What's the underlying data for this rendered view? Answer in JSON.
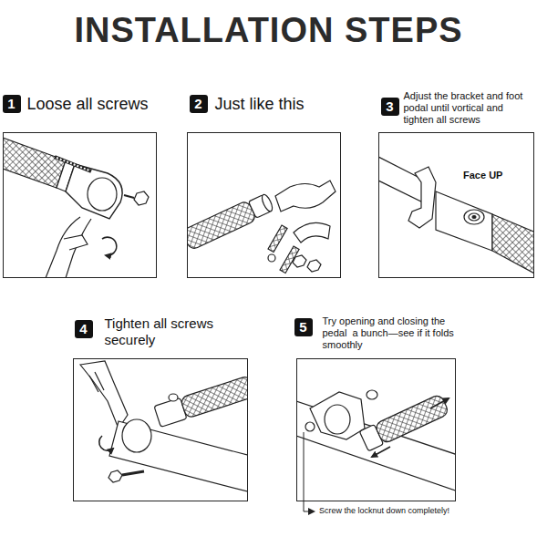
{
  "diagram": {
    "title": "INSTALLATION STEPS",
    "nodes": [
      {
        "text": [
          "1",
          "Loose all screws"
        ]
      },
      {
        "text": [
          "2",
          "Just like this"
        ]
      },
      {
        "text": [
          "3",
          "Adjust the bracket and foot podal until vortical and tighten all screws"
        ]
      },
      {
        "text": [
          "4",
          "Tighten all screws securely"
        ]
      },
      {
        "text": [
          "5",
          "Try opening and closing the pedal  a bunch—see if it folds smoothly"
        ]
      }
    ],
    "labels": [
      "Face UP",
      "Screw the locknut down completely!"
    ]
  }
}
